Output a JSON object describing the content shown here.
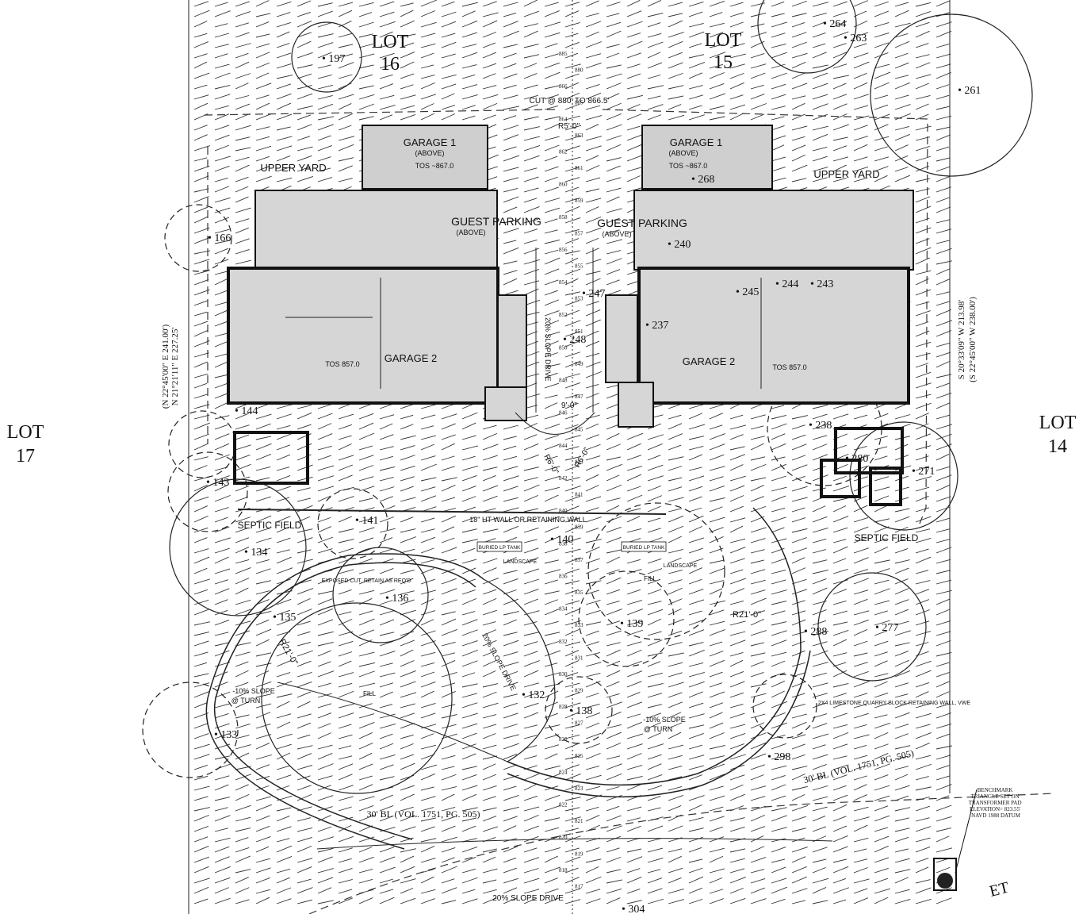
{
  "lots": {
    "lot16": "LOT\n16",
    "lot15": "LOT\n15",
    "lot17": "LOT\n17",
    "lot14": "LOT\n14"
  },
  "labels": {
    "cut": "CUT @ 880' TO 866.5'",
    "r50_top": "R5'-0\"",
    "garage1": "GARAGE 1",
    "above": "(ABOVE)",
    "tos867": "TOS ~867.0",
    "tos_867_right": "TOS ~867.0",
    "upper_yard": "UPPER YARD",
    "guest_parking": "GUEST PARKING",
    "garage2": "GARAGE 2",
    "tos857": "TOS 857.0",
    "slope_drive_20": "20% SLOPE DRIVE",
    "dim_9ft": "9'-0\"",
    "r60": "R6'-0\"",
    "retaining_wall": "18\" HT WALL OR RETAINING WALL",
    "septic_field": "SEPTIC FIELD",
    "buried_lp": "BURIED LP TANK",
    "landscape": "LANDSCAPE",
    "fill": "FILL",
    "exposed": "EXPOSED CUT, RETAIN AS REQ'D",
    "slope10": "-10% SLOPE\n@ TURN",
    "r21": "R21'-0\"",
    "limestone": "2X4 LIMESTONE QUARRY BLOCK RETAINING WALL, VWE",
    "bl": "30' BL (VOL. 1751, PG. 505)",
    "benchmark": "BENCHMARK\nTRIANGLE SET ON\nTRANSFORMER PAD\nELEVATION= 823.55'\nNAVD 1988 DATUM",
    "et": "ET",
    "bearing_left_1": "(N 22°45'00\" E  241.00')",
    "bearing_left_2": "N 21°21'11\" E  227.25'",
    "bearing_right_1": "S 20°33'09\" W  213.98'",
    "bearing_right_2": "(S 22°45'00\" W  238.00')"
  },
  "trees": [
    "197",
    "264",
    "263",
    "261",
    "268",
    "166",
    "240",
    "247",
    "248",
    "237",
    "245",
    "244",
    "243",
    "144",
    "143",
    "238",
    "280",
    "271",
    "141",
    "140",
    "134",
    "135",
    "136",
    "139",
    "288",
    "277",
    "133",
    "132",
    "138",
    "298",
    "304"
  ],
  "contours": [
    "885",
    "880",
    "866",
    "865",
    "864",
    "863",
    "862",
    "861",
    "860",
    "859",
    "858",
    "857",
    "856",
    "855",
    "854",
    "853",
    "852",
    "851",
    "850",
    "849",
    "848",
    "847",
    "846",
    "845",
    "844",
    "843",
    "842",
    "841",
    "840",
    "839",
    "838",
    "837",
    "836",
    "835",
    "834",
    "833",
    "832",
    "831",
    "830",
    "829",
    "828",
    "827",
    "826",
    "825",
    "824",
    "823",
    "822",
    "821",
    "820",
    "819",
    "818",
    "817"
  ]
}
